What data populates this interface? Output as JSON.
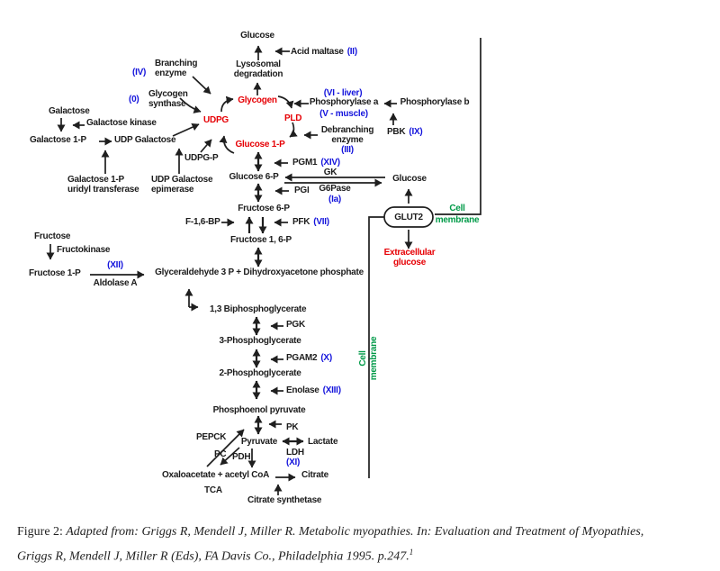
{
  "nodes": {
    "glucose_top": "Glucose",
    "glycogen": "Glycogen",
    "udpg": "UDPG",
    "pld": "PLD",
    "glucose_1p": "Glucose 1-P",
    "glucose_6p": "Glucose 6-P",
    "glucose_right": "Glucose",
    "fructose_6p": "Fructose 6-P",
    "f16bp": "F-1,6-BP",
    "fructose_16p": "Fructose 1, 6-P",
    "ga3p_dhap": "Glyceraldehyde 3 P + Dihydroxyacetone phosphate",
    "bpg13": "1,3 Biphosphoglycerate",
    "pg3": "3-Phosphoglycerate",
    "pg2": "2-Phosphoglycerate",
    "pep": "Phosphoenol pyruvate",
    "pyruvate": "Pyruvate",
    "lactate": "Lactate",
    "oaa": "Oxaloacetate + acetyl CoA",
    "citrate": "Citrate",
    "galactose": "Galactose",
    "galactose_1p": "Galactose 1-P",
    "udp_galactose": "UDP Galactose",
    "udpg_p": "UDPG-P",
    "fructose": "Fructose",
    "fructose_1p": "Fructose 1-P",
    "glut2": "GLUT2",
    "extracellular_1": "Extracellular",
    "extracellular_2": "glucose"
  },
  "enzymes": {
    "acid_maltase": "Acid maltase",
    "acid_maltase_num": "(II)",
    "lysosomal_1": "Lysosomal",
    "lysosomal_2": "degradation",
    "branching_num": "(IV)",
    "branching_1": "Branching",
    "branching_2": "enzyme",
    "synthase_num": "(0)",
    "synthase_1": "Glycogen",
    "synthase_2": "synthase",
    "phos_a_num": "(VI - liver)",
    "phos_a": "Phosphorylase a",
    "phos_a_num2": "(V - muscle)",
    "phos_b": "Phosphorylase b",
    "pbk": "PBK",
    "pbk_num": "(IX)",
    "debranching_1": "Debranching",
    "debranching_2": "enzyme",
    "debranching_num": "(III)",
    "pgm1": "PGM1",
    "pgm1_num": "(XIV)",
    "gk": "GK",
    "g6pase": "G6Pase",
    "g6pase_num": "(Ia)",
    "pgi": "PGI",
    "pfk": "PFK",
    "pfk_num": "(VII)",
    "galactose_kinase": "Galactose kinase",
    "uridyl_1": "Galactose 1-P",
    "uridyl_2": "uridyl transferase",
    "epimerase_1": "UDP Galactose",
    "epimerase_2": "epimerase",
    "fructokinase": "Fructokinase",
    "aldolase_num": "(XII)",
    "aldolase": "Aldolase A",
    "pgk": "PGK",
    "pgam2": "PGAM2",
    "pgam2_num": "(X)",
    "enolase": "Enolase",
    "enolase_num": "(XIII)",
    "pk": "PK",
    "ldh": "LDH",
    "ldh_num": "(XI)",
    "pepck": "PEPCK",
    "pc": "PC",
    "pdh": "PDH",
    "tca": "TCA",
    "citrate_synthetase": "Citrate synthetase"
  },
  "membrane": {
    "cell_1": "Cell",
    "cell_2": "membrane"
  },
  "colors": {
    "highlight_red": "#e60005",
    "numeral_blue": "#1414dc",
    "membrane_green": "#009a48",
    "text": "#1c1c1c"
  },
  "caption": {
    "prefix": "Figure 2:",
    "line1": " Adapted from: Griggs R, Mendell J, Miller R. Metabolic myopathies. In: Evaluation and Treatment of Myopathies,",
    "line2": "Griggs R, Mendell J, Miller R (Eds), FA Davis Co., Philadelphia 1995. p.247.",
    "superscript": "1"
  }
}
